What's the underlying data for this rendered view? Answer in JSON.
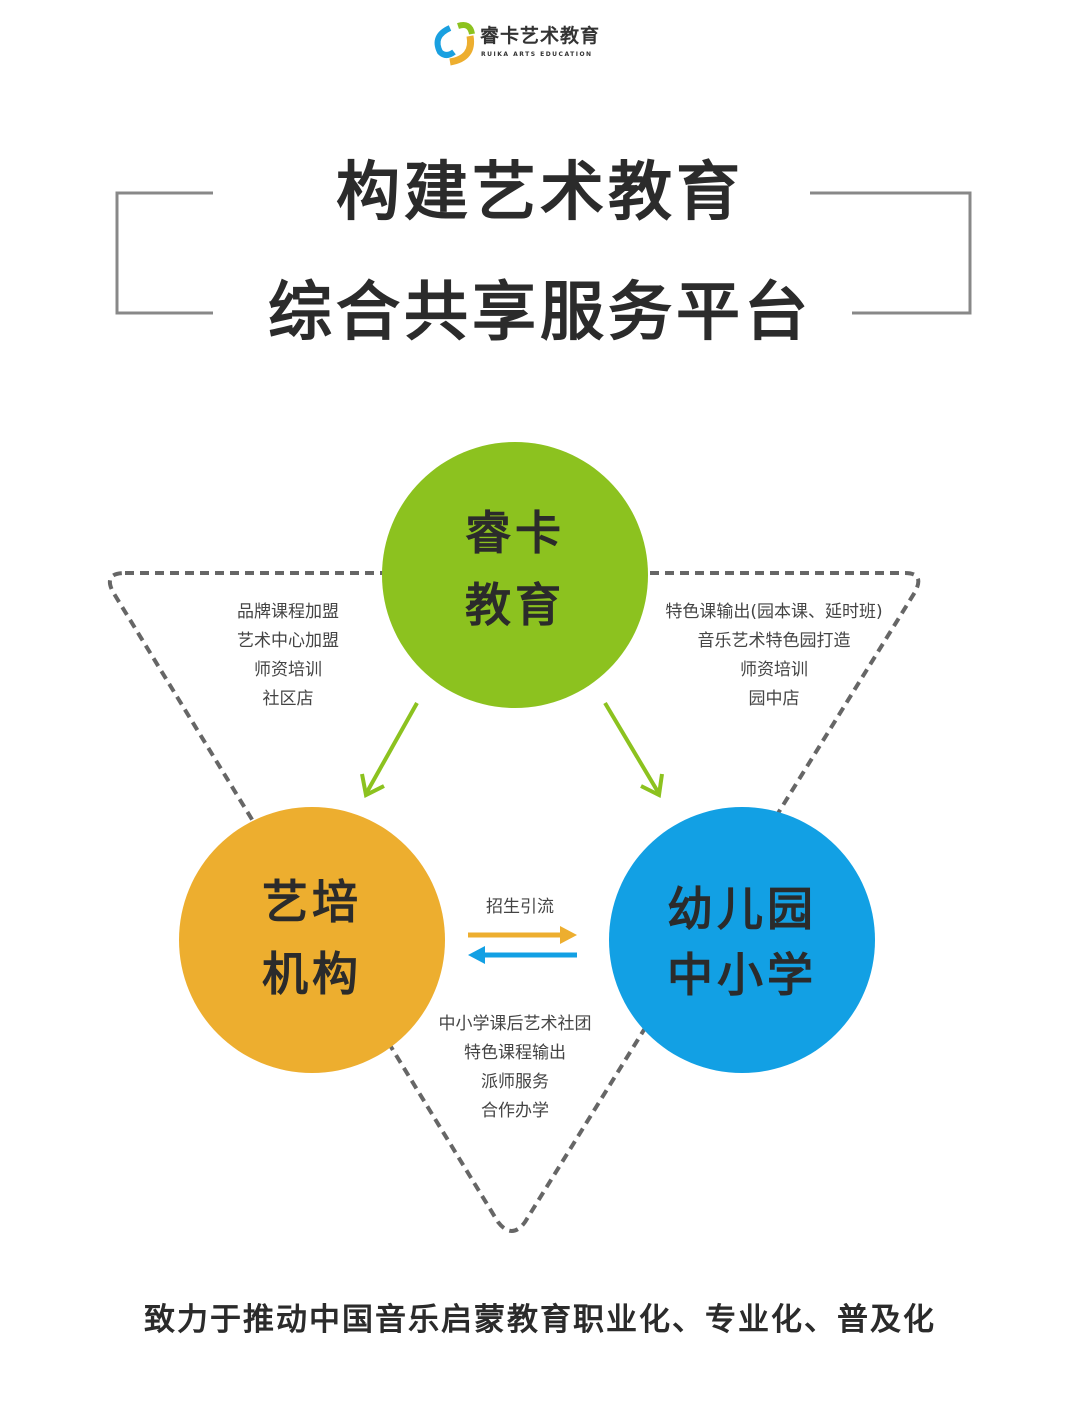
{
  "logo": {
    "name": "睿卡艺术教育",
    "subtitle": "RUIKA ARTS EDUCATION"
  },
  "title": {
    "line1": "构建艺术教育",
    "line2": "综合共享服务平台"
  },
  "colors": {
    "green": "#8cc21f",
    "orange": "#edae2f",
    "blue": "#12a0e4",
    "dash": "#666666"
  },
  "nodes": {
    "top": {
      "line1": "睿卡",
      "line2": "教育"
    },
    "left": {
      "line1": "艺培",
      "line2": "机构"
    },
    "right": {
      "line1": "幼儿园",
      "line2": "中小学"
    }
  },
  "left_list": [
    "品牌课程加盟",
    "艺术中心加盟",
    "师资培训",
    "社区店"
  ],
  "right_list": [
    "特色课输出(园本课、延时班)",
    "音乐艺术特色园打造",
    "师资培训",
    "园中店"
  ],
  "middle_label": "招生引流",
  "bottom_list": [
    "中小学课后艺术社团",
    "特色课程输出",
    "派师服务",
    "合作办学"
  ],
  "footer": "致力于推动中国音乐启蒙教育职业化、专业化、普及化"
}
